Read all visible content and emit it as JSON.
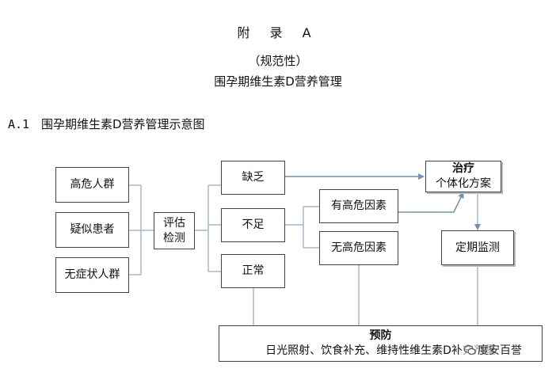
{
  "header": {
    "appendix": "附 录 A",
    "normative": "（规范性）",
    "main_title": "围孕期维生素D营养管理"
  },
  "section": {
    "number": "A.1",
    "title": "围孕期维生素D营养管理示意图"
  },
  "diagram": {
    "populations": [
      "高危人群",
      "疑似患者",
      "无症状人群"
    ],
    "assessment": [
      "评估",
      "检测"
    ],
    "status": [
      "缺乏",
      "不足",
      "正常"
    ],
    "risk": [
      "有高危因素",
      "无高危因素"
    ],
    "treatment": {
      "title": "治疗",
      "subtitle": "个体化方案"
    },
    "monitoring": "定期监测",
    "prevention": {
      "title": "预防",
      "subtitle": "日光照射、饮食补充、维持性维生素D补充剂量"
    }
  },
  "watermark": "度安百誉",
  "colors": {
    "line": "#a6b8cc",
    "arrow": "#7590b0",
    "border": "#444444"
  }
}
